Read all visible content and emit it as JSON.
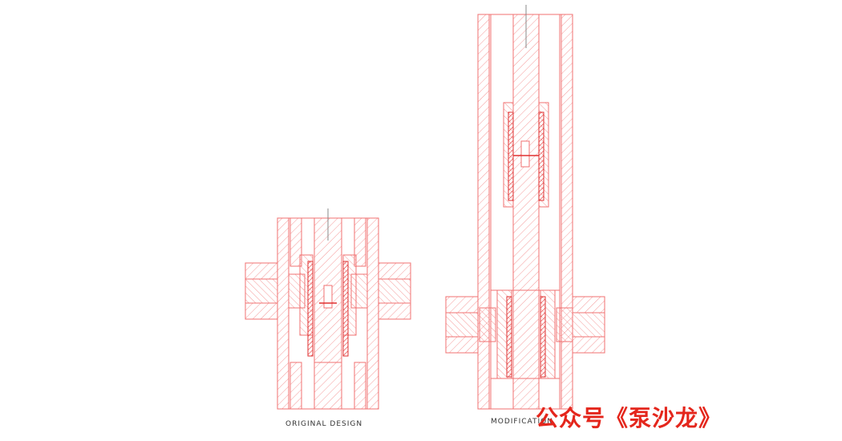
{
  "captions": {
    "original": "ORIGINAL DESIGN",
    "modification": "MODIFICATION"
  },
  "watermark": {
    "text": "公众号《泵沙龙》"
  },
  "colors": {
    "line": "#f07070",
    "hatch": "#f59a9a",
    "dark": "#e03030",
    "axis": "#888888",
    "watermark": "#e4261c",
    "caption": "#333333"
  }
}
